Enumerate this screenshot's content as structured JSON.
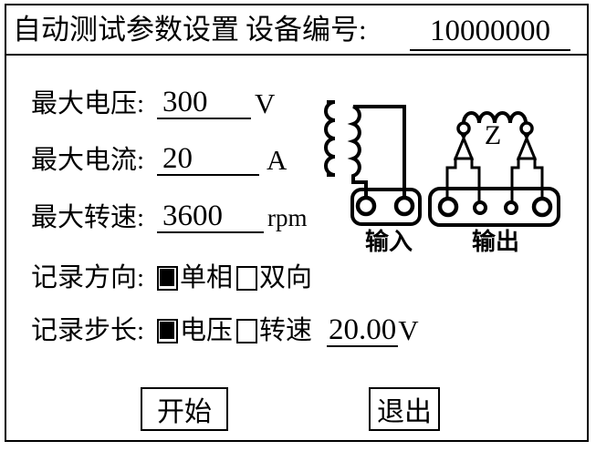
{
  "window": {
    "title": "自动测试参数设置",
    "device_no_label": "设备编号:",
    "device_no_value": "10000000"
  },
  "fields": [
    {
      "label": "最大电压:",
      "value": "300",
      "unit": "V"
    },
    {
      "label": "最大电流:",
      "value": "20",
      "unit": "A"
    },
    {
      "label": "最大转速:",
      "value": "3600",
      "unit": "rpm"
    }
  ],
  "options": [
    {
      "label": "记录方向:",
      "choices": [
        {
          "text": "单相",
          "checked": true
        },
        {
          "text": "双向",
          "checked": false
        }
      ]
    },
    {
      "label": "记录步长:",
      "choices": [
        {
          "text": "电压",
          "checked": true
        },
        {
          "text": "转速",
          "checked": false
        }
      ],
      "value": "20.00",
      "unit": "V"
    }
  ],
  "diagram": {
    "impedance_label": "Z",
    "input_label": "输入",
    "output_label": "输出"
  },
  "buttons": {
    "start": "开始",
    "exit": "退出"
  },
  "colors": {
    "foreground": "#000000",
    "background": "#ffffff"
  }
}
